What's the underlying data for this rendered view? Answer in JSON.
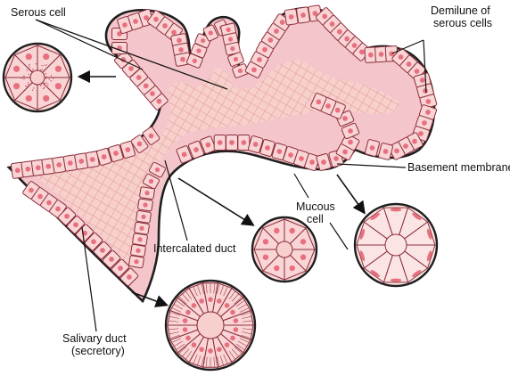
{
  "labels": {
    "serous_cell": "Serous cell",
    "demilune_line1": "Demilune of",
    "demilune_line2": "serous cells",
    "basement_membrane": "Basement membrane",
    "mucous_line1": "Mucous",
    "mucous_line2": "cell",
    "intercalated_duct": "Intercalated duct",
    "salivary_line1": "Salivary duct",
    "salivary_line2": "(secretory)"
  },
  "colors": {
    "cell_fill": "#f9d5d6",
    "cell_border": "#8a2d3a",
    "nucleus": "#e8707e",
    "lumen": "#f7cfcc",
    "outline": "#1f1f1f",
    "mucous_cytoplasm": "#fbe5e4"
  }
}
